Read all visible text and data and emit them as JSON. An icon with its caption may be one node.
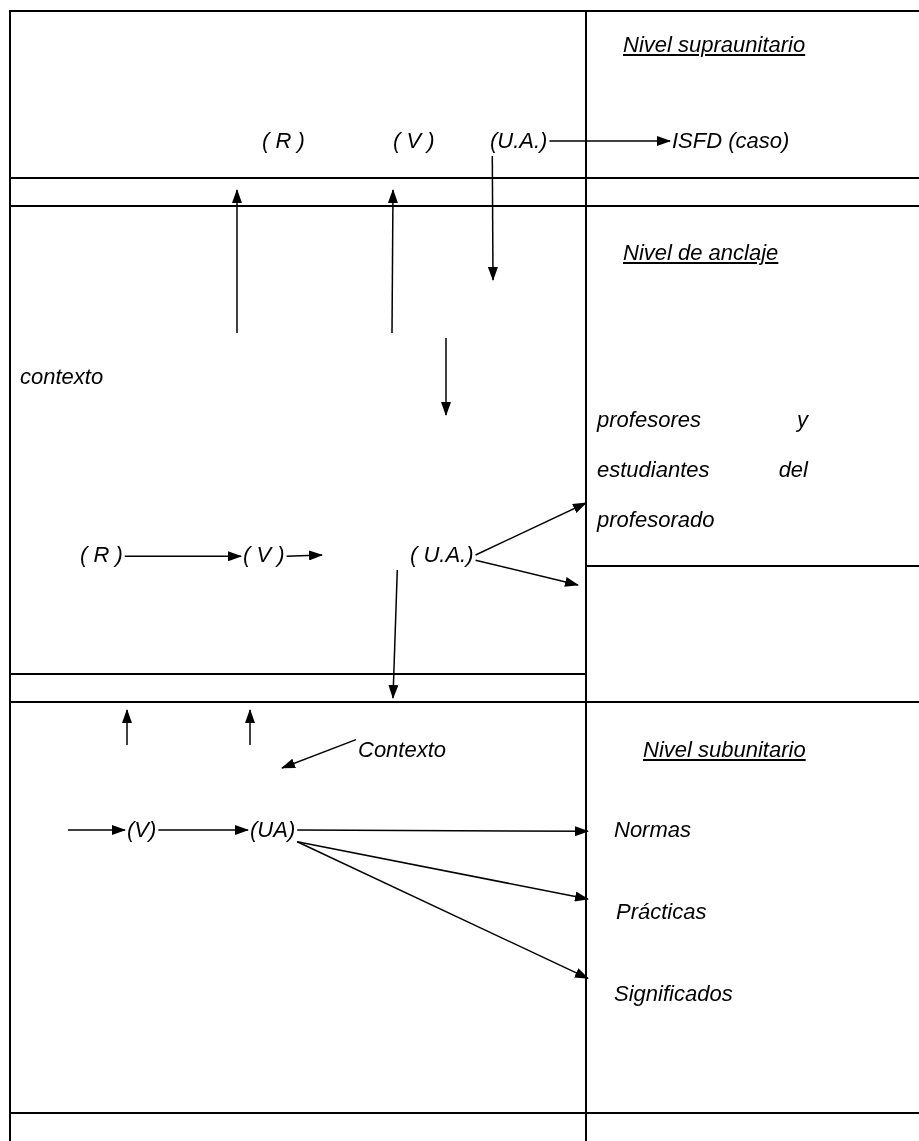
{
  "diagram": {
    "nodes": [
      {
        "text": [
          "Nivel supraunitario"
        ]
      },
      {
        "text": [
          "( R )"
        ]
      },
      {
        "text": [
          "( V )"
        ]
      },
      {
        "text": [
          "(U.A.)"
        ]
      },
      {
        "text": [
          "ISFD (caso)"
        ]
      },
      {
        "text": [
          "Nivel de anclaje"
        ]
      },
      {
        "text": [
          "contexto"
        ]
      },
      {
        "text": [
          "profesores y estudiantes del profesorado"
        ]
      },
      {
        "text": [
          "( R )"
        ]
      },
      {
        "text": [
          "( V )"
        ]
      },
      {
        "text": [
          "( U.A.)"
        ]
      },
      {
        "text": [
          "Contexto"
        ]
      },
      {
        "text": [
          "Nivel subunitario"
        ]
      },
      {
        "text": [
          "(V)"
        ]
      },
      {
        "text": [
          "(UA)"
        ]
      },
      {
        "text": [
          "Normas"
        ]
      },
      {
        "text": [
          "Prácticas"
        ]
      },
      {
        "text": [
          "Significados"
        ]
      }
    ],
    "edges": [
      {
        "from": 3,
        "to": 4,
        "arrow": "to"
      },
      {
        "from": 3,
        "to": null,
        "arrow": "to"
      },
      {
        "from": 10,
        "to": null,
        "arrow": "to"
      },
      {
        "from": 8,
        "to": 9,
        "arrow": "to"
      },
      {
        "from": 9,
        "to": null,
        "arrow": "to"
      },
      {
        "from": 10,
        "to": 7,
        "arrow": "to"
      },
      {
        "from": 10,
        "to": null,
        "arrow": "to"
      },
      {
        "from": 11,
        "to": null,
        "arrow": "to"
      },
      {
        "from": null,
        "to": 13,
        "arrow": "to"
      },
      {
        "from": 13,
        "to": 14,
        "arrow": "to"
      },
      {
        "from": 14,
        "to": 15,
        "arrow": "to"
      },
      {
        "from": 14,
        "to": 16,
        "arrow": "to"
      },
      {
        "from": 14,
        "to": 17,
        "arrow": "to"
      }
    ]
  }
}
